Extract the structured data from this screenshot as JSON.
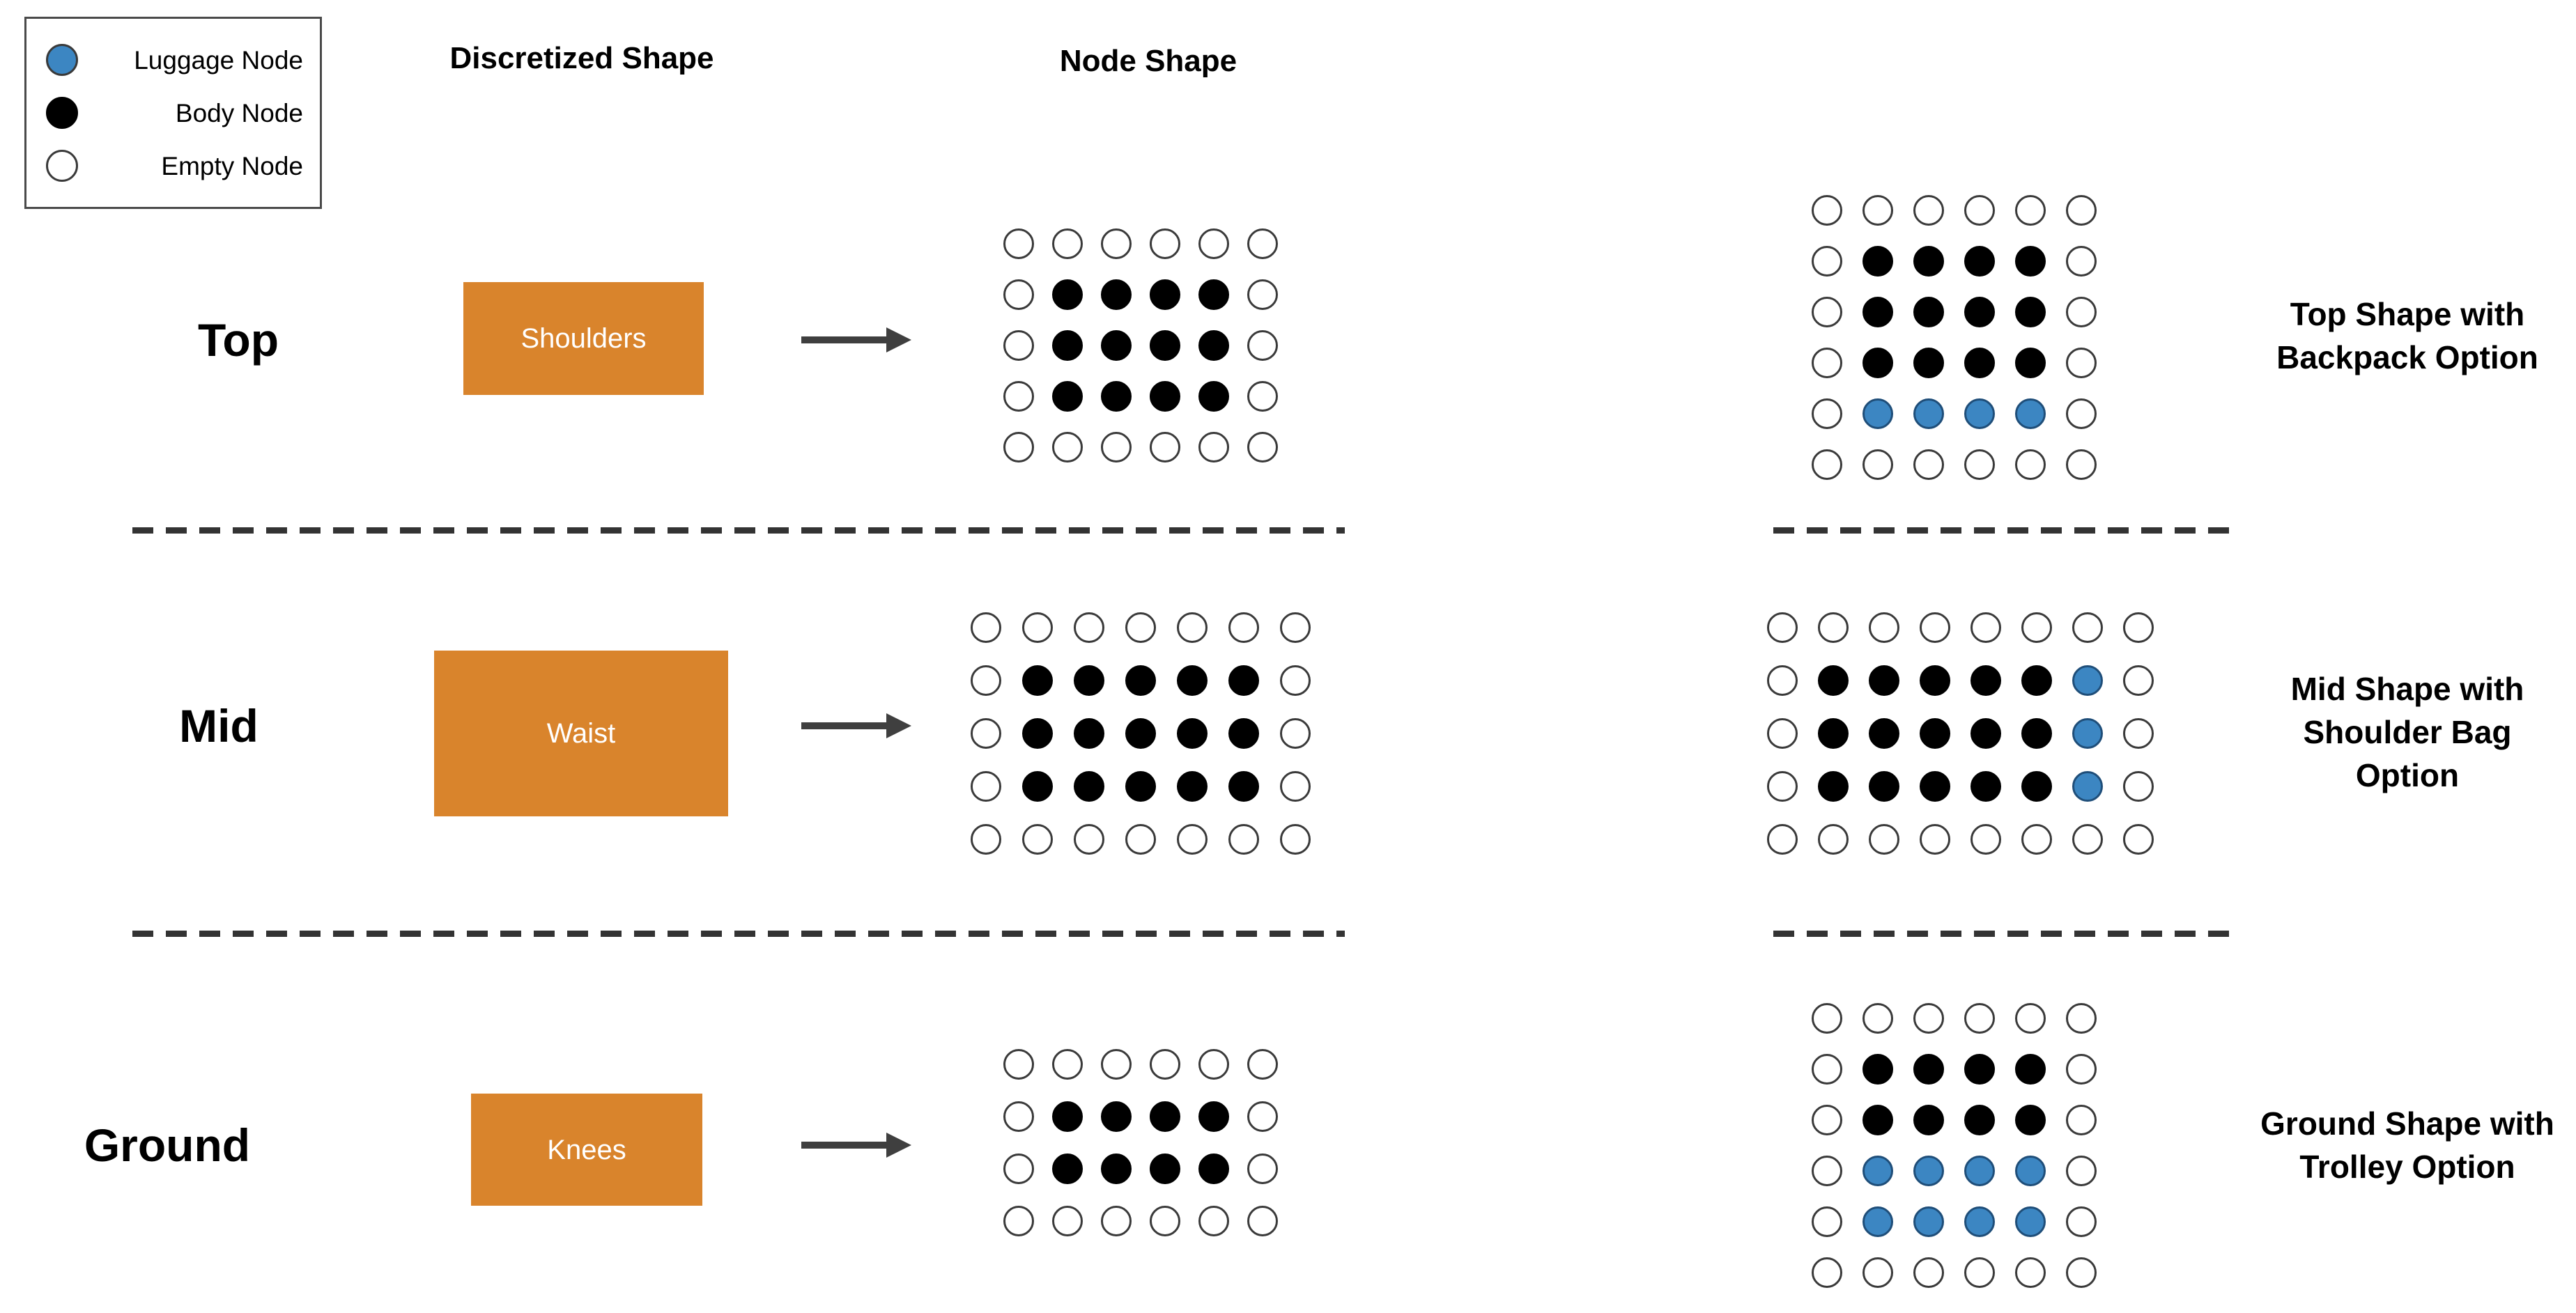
{
  "colors": {
    "luggage": "#3c86c2",
    "body": "#000000",
    "empty": "#ffffff",
    "stroke": "#3a3a3a",
    "box": "#d9842c",
    "arrow": "#3f3f3f",
    "dash": "#333333"
  },
  "legend": {
    "items": [
      {
        "type": "luggage",
        "label": "Luggage Node"
      },
      {
        "type": "body",
        "label": "Body Node"
      },
      {
        "type": "empty",
        "label": "Empty Node"
      }
    ]
  },
  "headers": {
    "discretized": "Discretized Shape",
    "node": "Node Shape"
  },
  "rows": [
    {
      "label": "Top",
      "body_part": "Shoulders",
      "node_shape": [
        "EEEEEE",
        "EBBBBE",
        "EBBBBE",
        "EBBBBE",
        "EEEEEE"
      ],
      "option_shape": [
        "EEEEEE",
        "EBBBBE",
        "EBBBBE",
        "EBBBBE",
        "ELLLLE",
        "EEEEEE"
      ],
      "option_label": "Top Shape with Backpack Option"
    },
    {
      "label": "Mid",
      "body_part": "Waist",
      "node_shape": [
        "EEEEEEE",
        "EBBBBBE",
        "EBBBBBE",
        "EBBBBBE",
        "EEEEEEE"
      ],
      "option_shape": [
        "EEEEEEEE",
        "EBBBBBLE",
        "EBBBBBLE",
        "EBBBBBLE",
        "EEEEEEEE"
      ],
      "option_label": "Mid Shape with Shoulder Bag Option"
    },
    {
      "label": "Ground",
      "body_part": "Knees",
      "node_shape": [
        "EEEEEE",
        "EBBBBE",
        "EBBBBE",
        "EEEEEE"
      ],
      "option_shape": [
        "EEEEEE",
        "EBBBBE",
        "EBBBBE",
        "ELLLLE",
        "ELLLLE",
        "EEEEEE"
      ],
      "option_label": "Ground Shape with Trolley Option"
    }
  ]
}
